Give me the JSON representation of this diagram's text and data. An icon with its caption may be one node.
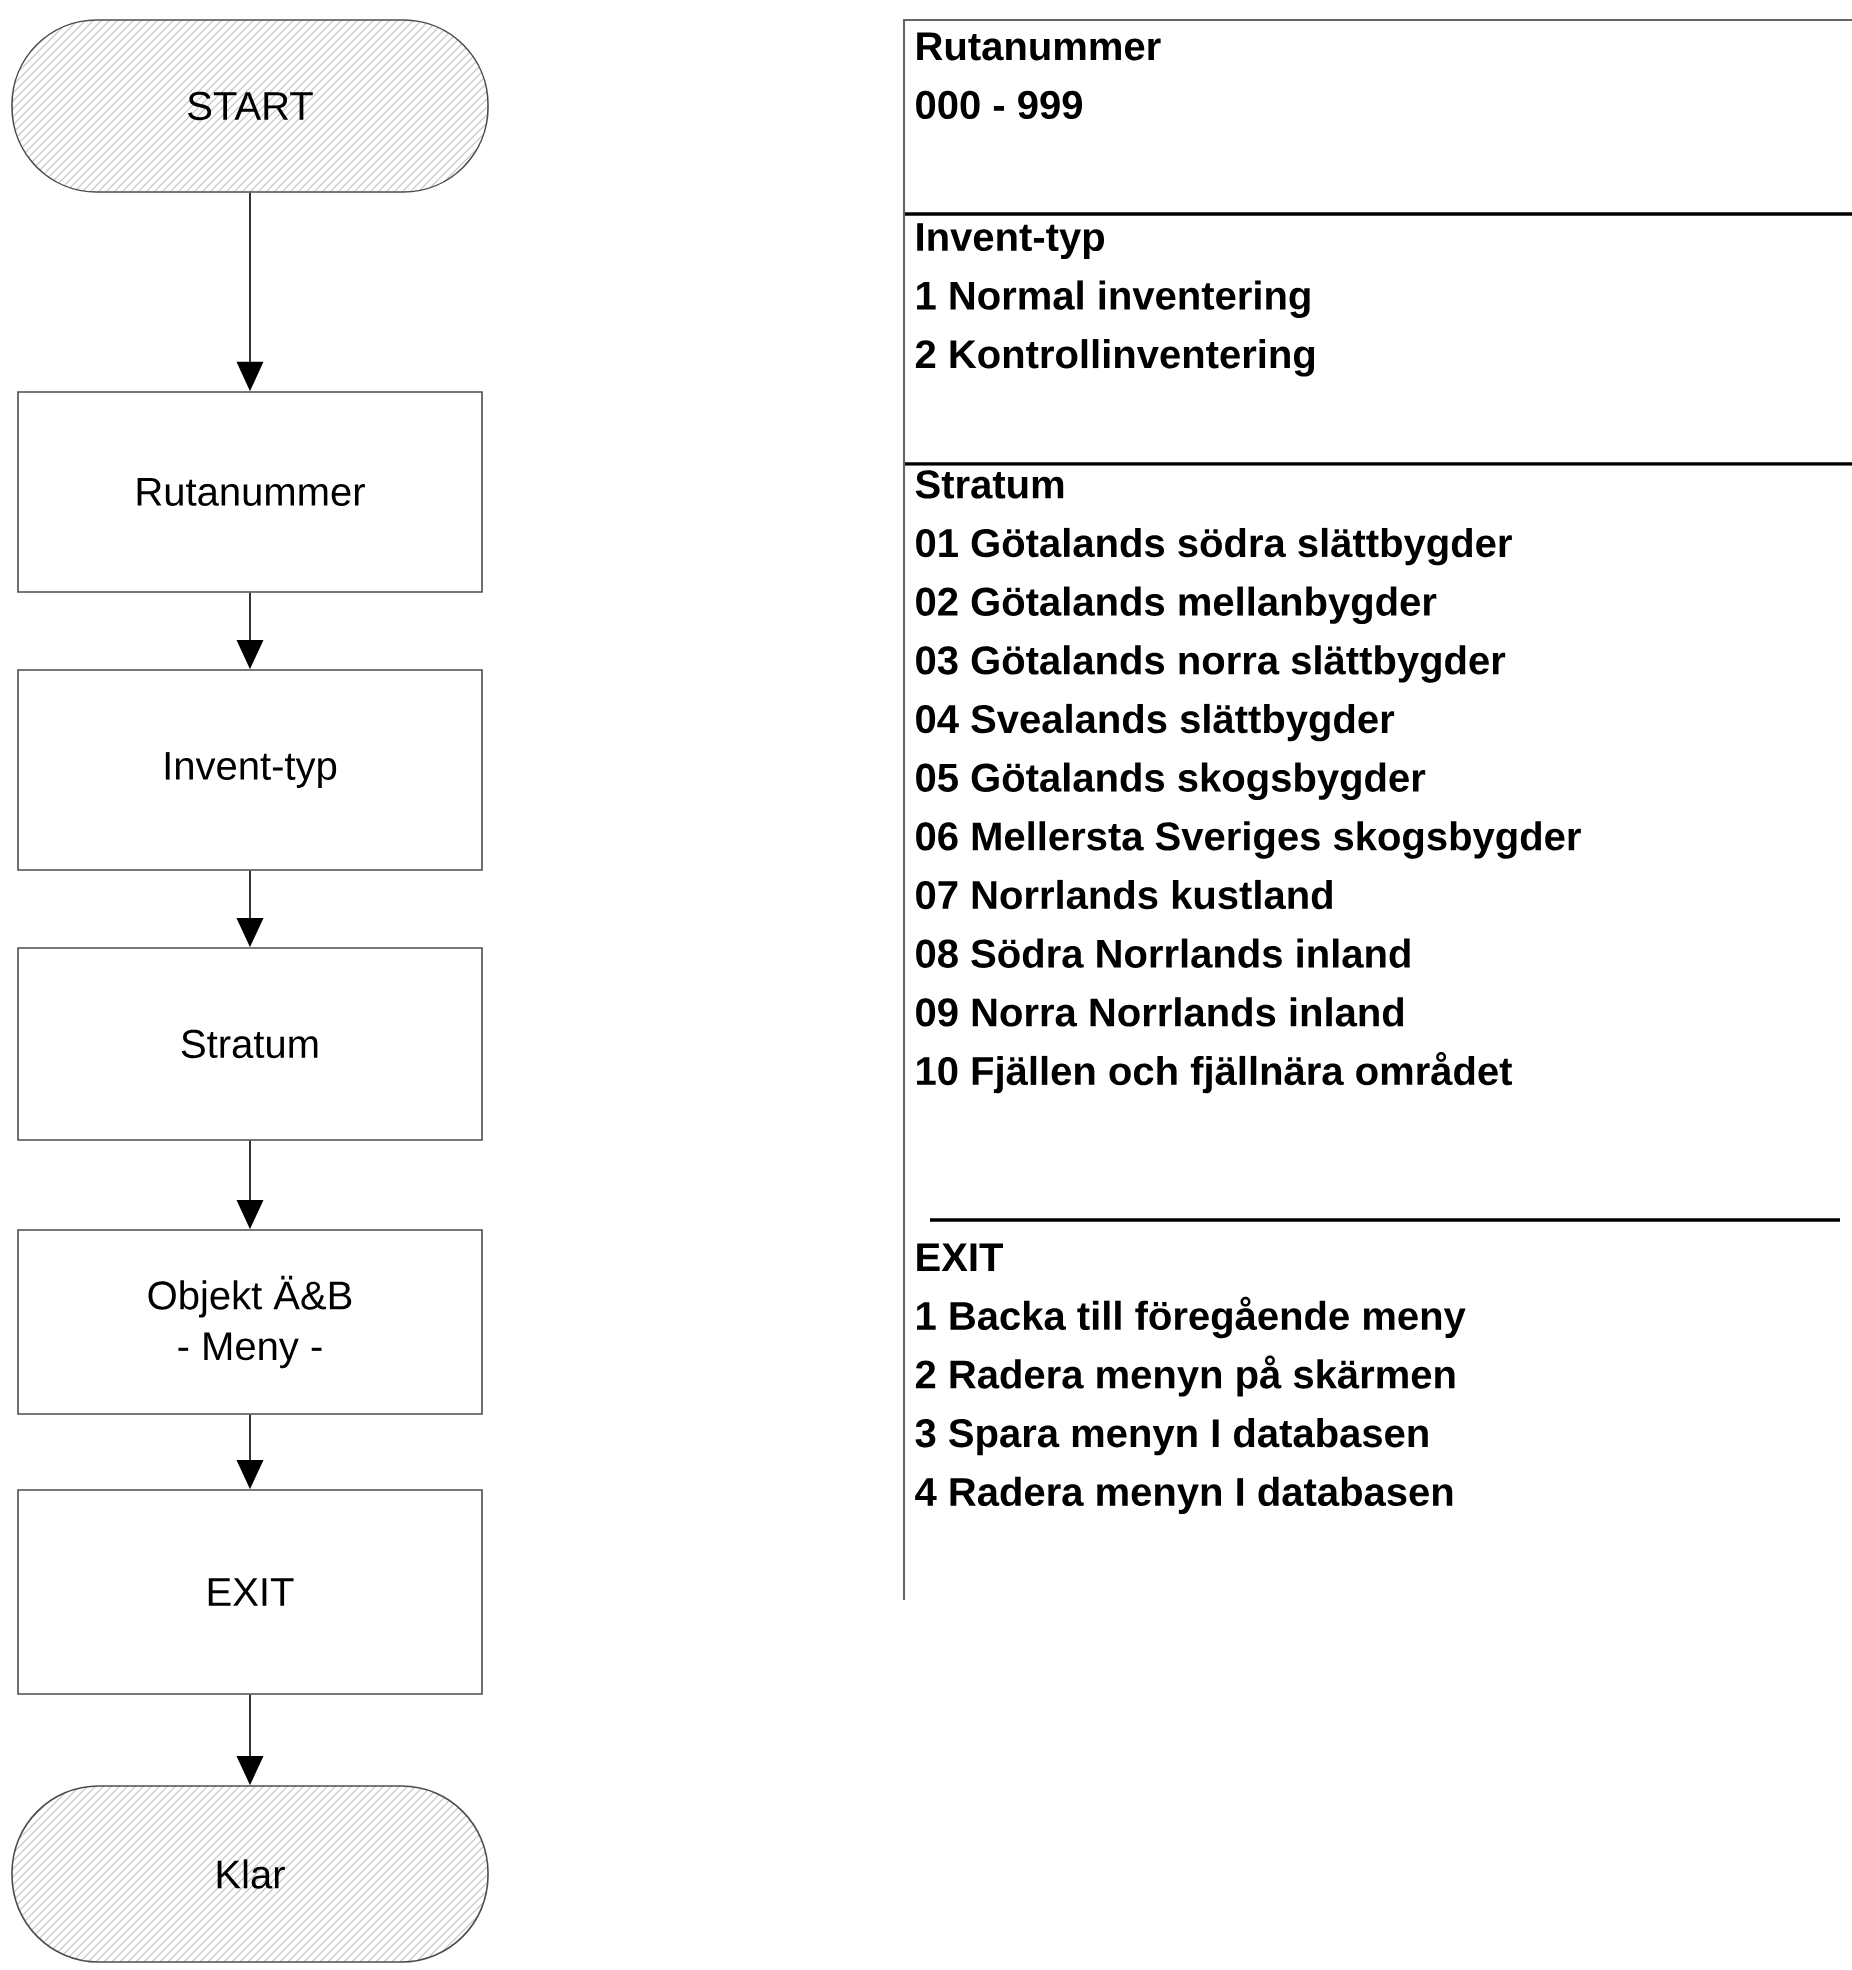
{
  "diagram": {
    "nodes": [
      {
        "text": [
          "START"
        ]
      },
      {
        "text": [
          "Rutanummer"
        ]
      },
      {
        "text": [
          "Invent-typ"
        ]
      },
      {
        "text": [
          "Stratum"
        ]
      },
      {
        "text": [
          "Objekt Ä&B",
          "- Meny -"
        ]
      },
      {
        "text": [
          "EXIT"
        ]
      },
      {
        "text": [
          "Klar"
        ]
      },
      {
        "text": [
          "Rutanummer",
          "000 - 999",
          "Invent-typ",
          "1 Normal inventering",
          "2 Kontrollinventering",
          "Stratum",
          "01 Götalands södra slättbygder",
          "02 Götalands mellanbygder",
          "03 Götalands norra slättbygder",
          "04 Svealands slättbygder",
          "05 Götalands skogsbygder",
          "06 Mellersta Sveriges skogsbygder",
          "07 Norrlands kustland",
          "08 Södra Norrlands inland",
          "09 Norra Norrlands inland",
          "10 Fjällen och fjällnära området",
          "EXIT",
          "1 Backa till föregående meny",
          "2 Radera menyn på skärmen",
          "3 Spara menyn I databasen",
          "4 Radera menyn I databasen"
        ]
      }
    ],
    "edges": [
      {
        "from": 0,
        "to": 1,
        "arrow": "to"
      },
      {
        "from": 1,
        "to": 2,
        "arrow": "to"
      },
      {
        "from": 2,
        "to": 3,
        "arrow": "to"
      },
      {
        "from": 3,
        "to": 4,
        "arrow": "to"
      },
      {
        "from": 4,
        "to": 5,
        "arrow": "to"
      },
      {
        "from": 5,
        "to": 6,
        "arrow": "to"
      }
    ]
  }
}
